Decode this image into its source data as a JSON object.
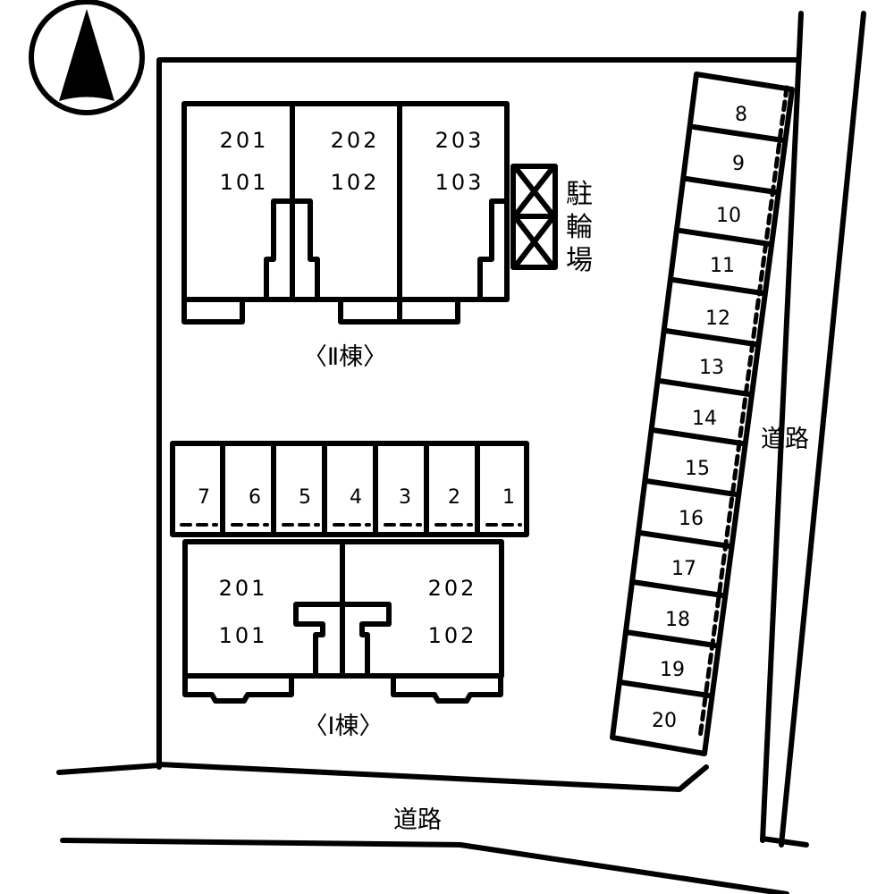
{
  "colors": {
    "ink": "#000000",
    "paper": "#ffffff"
  },
  "compass": {
    "icon": "north-arrow-icon"
  },
  "building_2": {
    "label": "〈Ⅱ棟〉",
    "units": [
      {
        "upper": "201",
        "lower": "101"
      },
      {
        "upper": "202",
        "lower": "102"
      },
      {
        "upper": "203",
        "lower": "103"
      }
    ]
  },
  "building_1": {
    "label": "〈Ⅰ棟〉",
    "units": [
      {
        "upper": "201",
        "lower": "101"
      },
      {
        "upper": "202",
        "lower": "102"
      }
    ]
  },
  "bicycle_parking": {
    "label_chars": [
      "駐",
      "輪",
      "場"
    ]
  },
  "parking_front": {
    "numbers": [
      "7",
      "6",
      "5",
      "4",
      "3",
      "2",
      "1"
    ]
  },
  "parking_side": {
    "numbers": [
      "8",
      "9",
      "10",
      "11",
      "12",
      "13",
      "14",
      "15",
      "16",
      "17",
      "18",
      "19",
      "20"
    ]
  },
  "roads": {
    "east_label": "道路",
    "south_label": "道路"
  }
}
